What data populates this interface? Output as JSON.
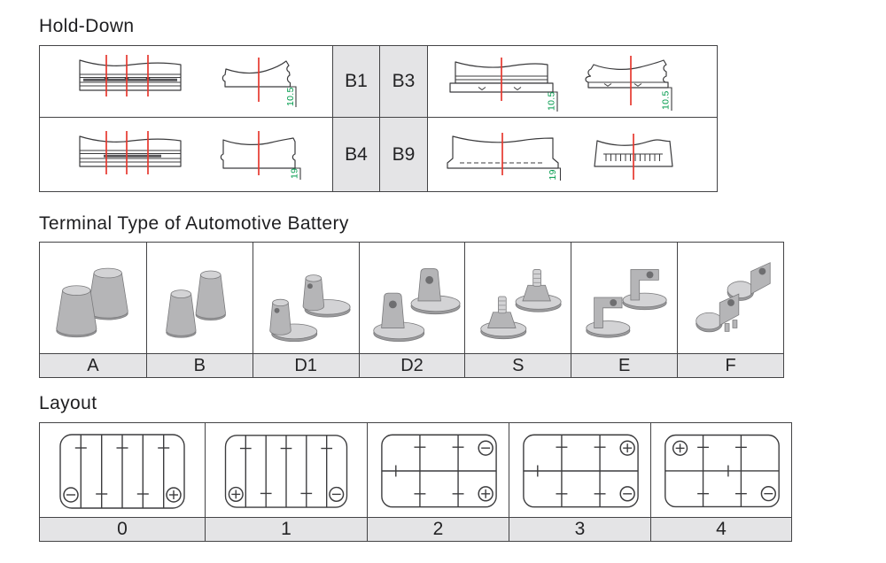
{
  "sections": {
    "holddown": {
      "title": "Hold-Down"
    },
    "terminal": {
      "title": "Terminal Type of Automotive Battery"
    },
    "layout": {
      "title": "Layout"
    }
  },
  "holddown": {
    "codes": {
      "top_left": "B1",
      "top_right": "B3",
      "bottom_left": "B4",
      "bottom_right": "B9"
    },
    "dims": {
      "b1_end": "10.5",
      "b3_side": "10.5",
      "b3_end": "10.5",
      "b4_end": "19",
      "b9_side": "19"
    }
  },
  "terminals": {
    "types": [
      {
        "label": "A"
      },
      {
        "label": "B"
      },
      {
        "label": "D1"
      },
      {
        "label": "D2"
      },
      {
        "label": "S"
      },
      {
        "label": "E"
      },
      {
        "label": "F"
      }
    ]
  },
  "layouts": {
    "items": [
      {
        "label": "0",
        "pattern": "6 cells in a row",
        "negative": "bottom-left",
        "positive": "bottom-right"
      },
      {
        "label": "1",
        "pattern": "6 cells in a row",
        "positive": "bottom-left",
        "negative": "bottom-right"
      },
      {
        "label": "2",
        "pattern": "2 x 3 cells",
        "negative": "top-right",
        "positive": "bottom-right"
      },
      {
        "label": "3",
        "pattern": "2 x 3 cells",
        "positive": "top-right",
        "negative": "bottom-right"
      },
      {
        "label": "4",
        "pattern": "2 x 3 cells",
        "positive": "top-left",
        "negative": "bottom-right"
      }
    ]
  },
  "colors": {
    "centerline_red": "#e6392f",
    "dimension_green": "#009b4c",
    "cell_gray": "#e4e4e6",
    "line_dark": "#3b3b3d"
  }
}
